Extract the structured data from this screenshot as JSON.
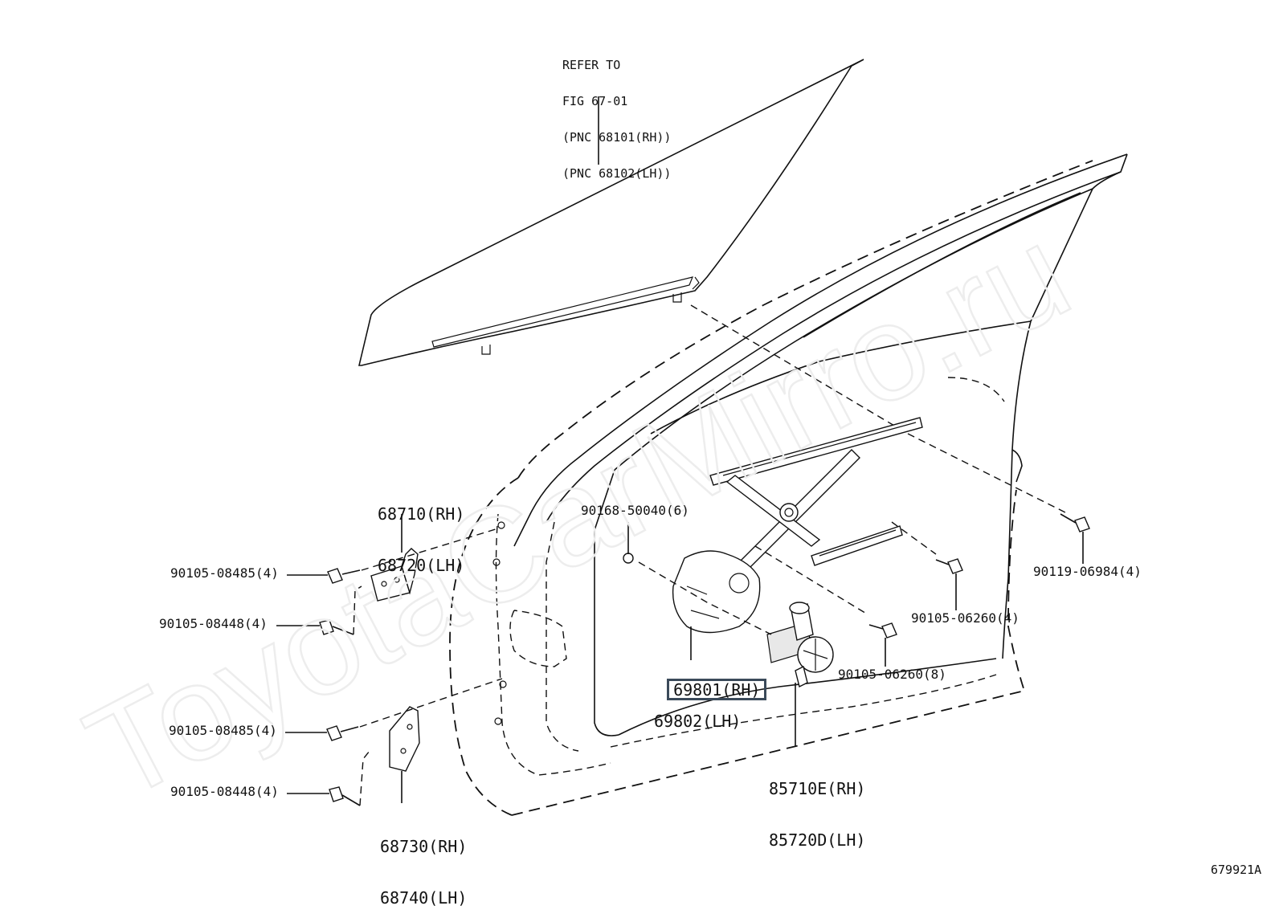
{
  "watermark": "ToyotaCarMirro.ru",
  "figure_id": "679921A",
  "glass_ref": [
    "REFER TO",
    "FIG 67-01",
    "(PNC 68101(RH))",
    "(PNC 68102(LH))"
  ],
  "labels": {
    "hinge_upper_rh": "68710(RH)",
    "hinge_upper_lh": "68720(LH)",
    "bolt_upper_1": "90105-08485(4)",
    "bolt_upper_2": "90105-08448(4)",
    "bolt_lower_1": "90105-08485(4)",
    "bolt_lower_2": "90105-08448(4)",
    "hinge_lower_rh": "68730(RH)",
    "hinge_lower_lh": "68740(LH)",
    "screw_regulator": "90168-50040(6)",
    "regulator_rh": "69801(RH)",
    "regulator_lh": "69802(LH)",
    "motor_rh": "85710E(RH)",
    "motor_lh": "85720D(LH)",
    "bolt_06260_4": "90105-06260(4)",
    "bolt_06260_8": "90105-06260(8)",
    "bolt_06984": "90119-06984(4)"
  }
}
